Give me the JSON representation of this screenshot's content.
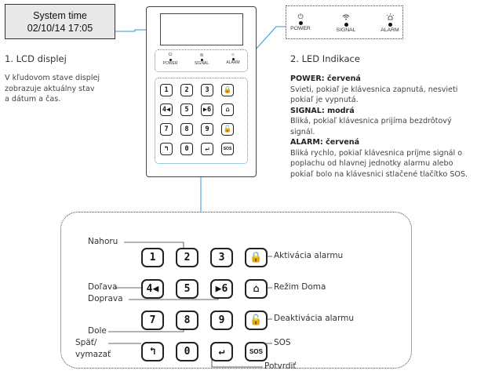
{
  "lcd_callout": {
    "line1": "System time",
    "line2": "02/10/14  17:05"
  },
  "section1": {
    "title": "1. LCD displej",
    "desc_lines": [
      "V kľudovom stave displej",
      "zobrazuje aktuálny stav",
      "a dátum a čas."
    ]
  },
  "led_legend": [
    {
      "label": "POWER",
      "icon": "power-icon"
    },
    {
      "label": "SIGNAL",
      "icon": "signal-icon"
    },
    {
      "label": "ALARM",
      "icon": "alarm-icon"
    }
  ],
  "section2": {
    "title": "2. LED Indikace",
    "power_head": "POWER: červená",
    "power_lines": [
      "Svieti, pokiaľ je klávesnica zapnutá, nesvieti",
      "pokiaľ je vypnutá."
    ],
    "signal_head": "SIGNAL: modrá",
    "signal_lines": [
      "Bliká, pokiaľ klávesnica prijíma bezdrôtový",
      "signál."
    ],
    "alarm_head": "ALARM: červená",
    "alarm_lines": [
      "Bliká rychlo, pokiaľ klávesnica príjme signál o",
      "poplachu od hlavnej jednotky alarmu alebo",
      "pokiaľ bolo na klávesnici stlačené tlačítko SOS."
    ]
  },
  "keys": [
    {
      "row": 0,
      "col": 0,
      "glyph": "1",
      "name": "key-1"
    },
    {
      "row": 0,
      "col": 1,
      "glyph": "2",
      "name": "key-2-up",
      "icon": "up-arrow-icon"
    },
    {
      "row": 0,
      "col": 2,
      "glyph": "3",
      "name": "key-3"
    },
    {
      "row": 0,
      "col": 3,
      "glyph": "🔒",
      "name": "key-arm",
      "icon": "lock-icon"
    },
    {
      "row": 1,
      "col": 0,
      "glyph": "4◀",
      "name": "key-4-left",
      "icon": "left-arrow-icon"
    },
    {
      "row": 1,
      "col": 1,
      "glyph": "5",
      "name": "key-5"
    },
    {
      "row": 1,
      "col": 2,
      "glyph": "▶6",
      "name": "key-6-right",
      "icon": "right-arrow-icon"
    },
    {
      "row": 1,
      "col": 3,
      "glyph": "⌂",
      "name": "key-home",
      "icon": "home-icon"
    },
    {
      "row": 2,
      "col": 0,
      "glyph": "7",
      "name": "key-7"
    },
    {
      "row": 2,
      "col": 1,
      "glyph": "8",
      "name": "key-8-down",
      "icon": "down-arrow-icon"
    },
    {
      "row": 2,
      "col": 2,
      "glyph": "9",
      "name": "key-9"
    },
    {
      "row": 2,
      "col": 3,
      "glyph": "🔓",
      "name": "key-disarm",
      "icon": "unlock-icon"
    },
    {
      "row": 3,
      "col": 0,
      "glyph": "↰",
      "name": "key-back",
      "icon": "back-arrow-icon"
    },
    {
      "row": 3,
      "col": 1,
      "glyph": "0",
      "name": "key-0"
    },
    {
      "row": 3,
      "col": 2,
      "glyph": "↵",
      "name": "key-enter",
      "icon": "enter-icon"
    },
    {
      "row": 3,
      "col": 3,
      "glyph": "SOS",
      "name": "key-sos"
    }
  ],
  "callouts": {
    "nahoru": "Nahoru",
    "dolava": "Doľava",
    "doprava": "Doprava",
    "dole": "Dole",
    "spat1": "Späť/",
    "spat2": "vymazať",
    "aktivacia": "Aktivácia alarmu",
    "rezim": "Režim Doma",
    "deaktivacia": "Deaktivácia alarmu",
    "sos": "SOS",
    "potvrdit": "Potvrdiť"
  },
  "colors": {
    "accent_line": "#2a9ad3",
    "dark_line": "#333333"
  }
}
